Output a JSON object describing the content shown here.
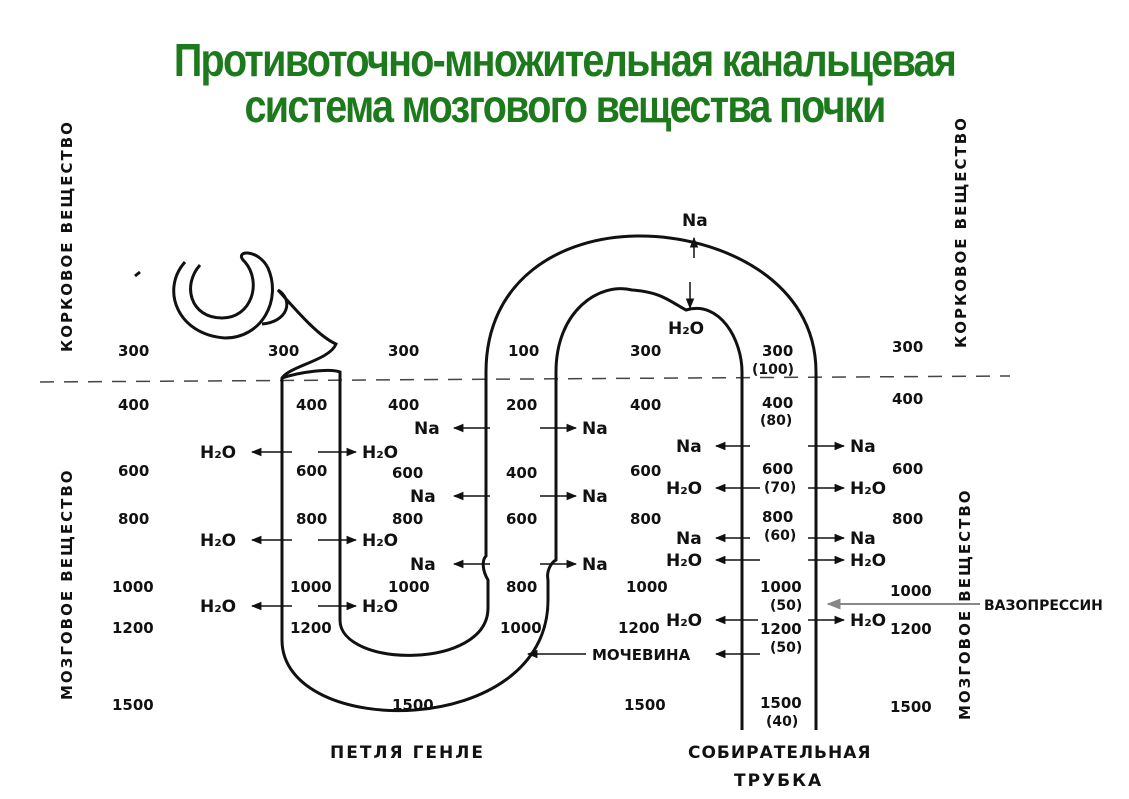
{
  "title_line1": "Противоточно-множительная канальцевая",
  "title_line2": "система мозгового вещества почки",
  "colors": {
    "title": "#1c7a1c",
    "ink": "#111111"
  },
  "zones": {
    "cortex": "КОРКОВОЕ ВЕЩЕСТВО",
    "medulla": "МОЗГОВОЕ ВЕЩЕСТВО"
  },
  "labels": {
    "loop": "ПЕТЛЯ ГЕНЛЕ",
    "duct_line1": "СОБИРАТЕЛЬНАЯ",
    "duct_line2": "ТРУБКА",
    "urea": "МОЧЕВИНА",
    "vasopressin": "ВАЗОПРЕССИН",
    "na": "Na",
    "h2o": "H₂O"
  },
  "columns": {
    "left_interstitium": [
      "300",
      "400",
      "600",
      "800",
      "1000",
      "1200",
      "1500"
    ],
    "descending_limb": [
      "300",
      "400",
      "600",
      "800",
      "1000",
      "1200"
    ],
    "loop_interstitium": [
      "300",
      "400",
      "600",
      "800",
      "1000",
      "1500"
    ],
    "ascending_limb": [
      "100",
      "200",
      "400",
      "600",
      "800",
      "1000"
    ],
    "duct_interstitium": [
      "300",
      "400",
      "600",
      "800",
      "1000",
      "1200",
      "1500"
    ],
    "collecting_duct": [
      "300",
      "400",
      "600",
      "800",
      "1000",
      "1200",
      "1500"
    ],
    "collecting_duct_paren": [
      "(100)",
      "(80)",
      "(70)",
      "(60)",
      "(50)",
      "(50)",
      "(40)"
    ],
    "right_interstitium": [
      "300",
      "400",
      "600",
      "800",
      "1000",
      "1200",
      "1500"
    ]
  }
}
